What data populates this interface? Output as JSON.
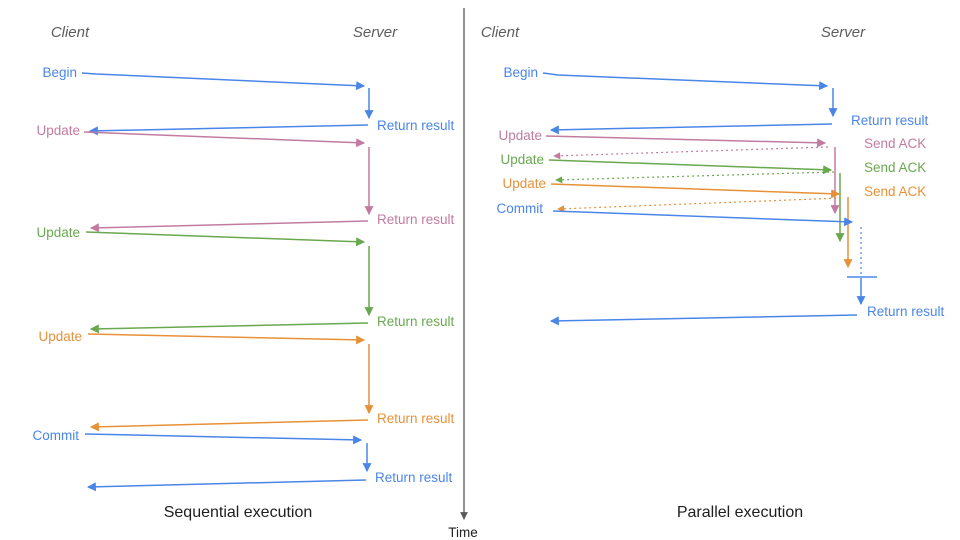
{
  "colors": {
    "blue": "#4a86e8",
    "pink": "#c27ba0",
    "green": "#6aa84f",
    "orange": "#e69138",
    "header_gray": "#5d5d5d",
    "caption_black": "#202020",
    "axis_gray": "#595959"
  },
  "left_panel": {
    "caption": "Sequential execution",
    "client_header": "Client",
    "server_header": "Server",
    "messages": [
      {
        "request": "Begin",
        "response": "Return result",
        "color": "blue"
      },
      {
        "request": "Update",
        "response": "Return result",
        "color": "pink"
      },
      {
        "request": "Update",
        "response": "Return result",
        "color": "green"
      },
      {
        "request": "Update",
        "response": "Return result",
        "color": "orange"
      },
      {
        "request": "Commit",
        "response": "Return result",
        "color": "blue"
      }
    ]
  },
  "right_panel": {
    "caption": "Parallel execution",
    "client_header": "Client",
    "server_header": "Server",
    "messages": [
      {
        "request": "Begin",
        "response": "Return result",
        "color": "blue"
      },
      {
        "request": "Update",
        "response": "Send ACK",
        "color": "pink"
      },
      {
        "request": "Update",
        "response": "Send ACK",
        "color": "green"
      },
      {
        "request": "Update",
        "response": "Send ACK",
        "color": "orange"
      },
      {
        "request": "Commit",
        "response": "Return result",
        "color": "blue"
      }
    ]
  },
  "time_axis": {
    "label": "Time"
  }
}
